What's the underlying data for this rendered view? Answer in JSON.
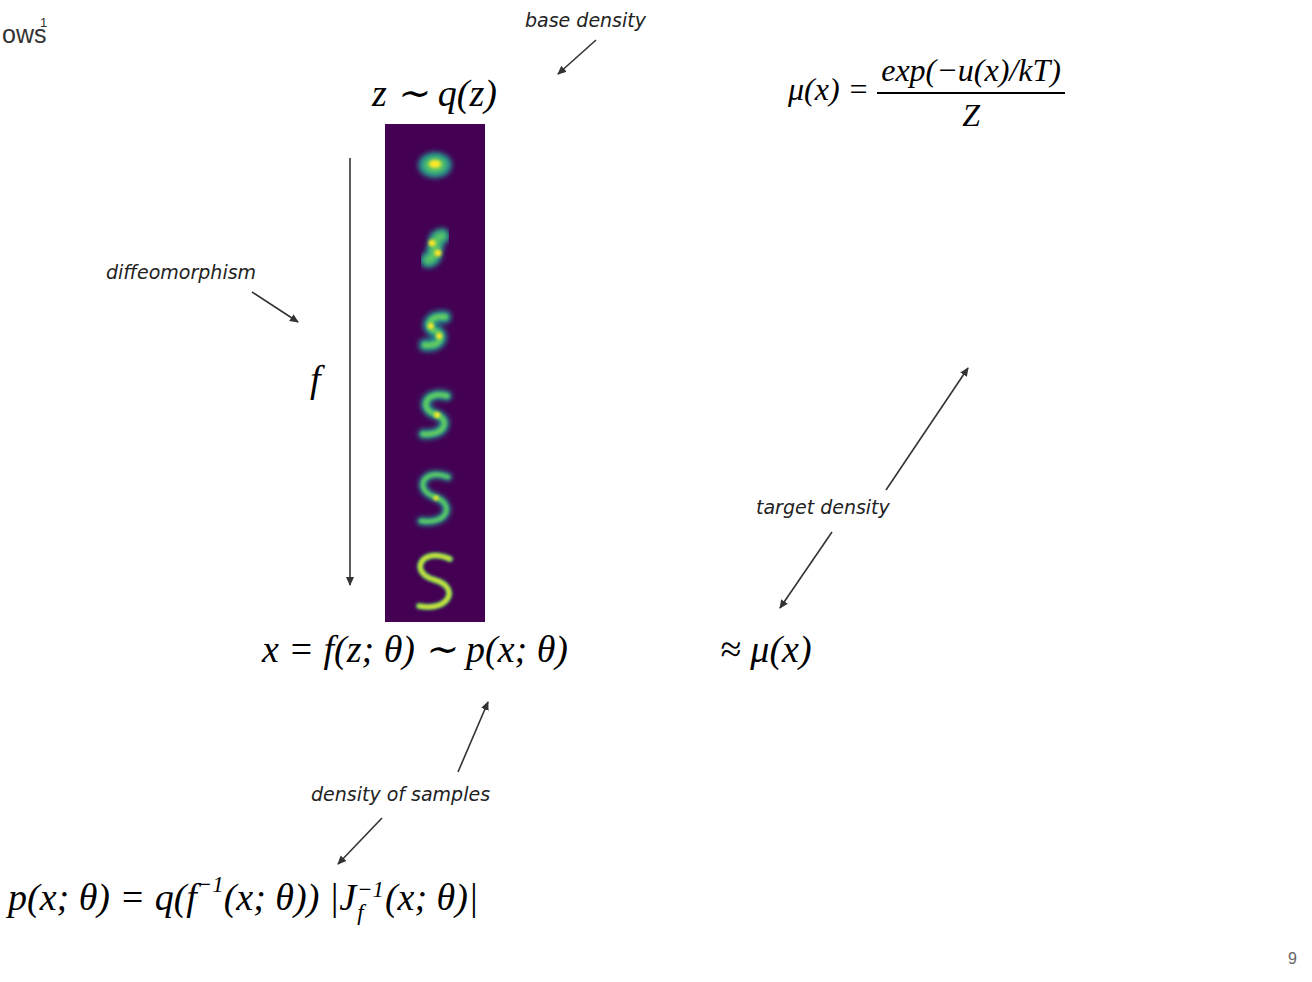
{
  "diagram": {
    "labels": [
      "ows",
      "1",
      "base density",
      "z ∼ q(z)",
      "diffeomorphism",
      "f",
      "x = f(z; θ) ∼ p(x; θ)",
      "≈ μ(x)",
      "target density",
      "μ(x) =",
      "exp(−u(x)/kT)",
      "Z",
      "density of samples",
      "p(x; θ) = q(f",
      "−1",
      "(x; θ)) |J",
      "−1",
      "f",
      "(x; θ)|",
      "9"
    ]
  }
}
